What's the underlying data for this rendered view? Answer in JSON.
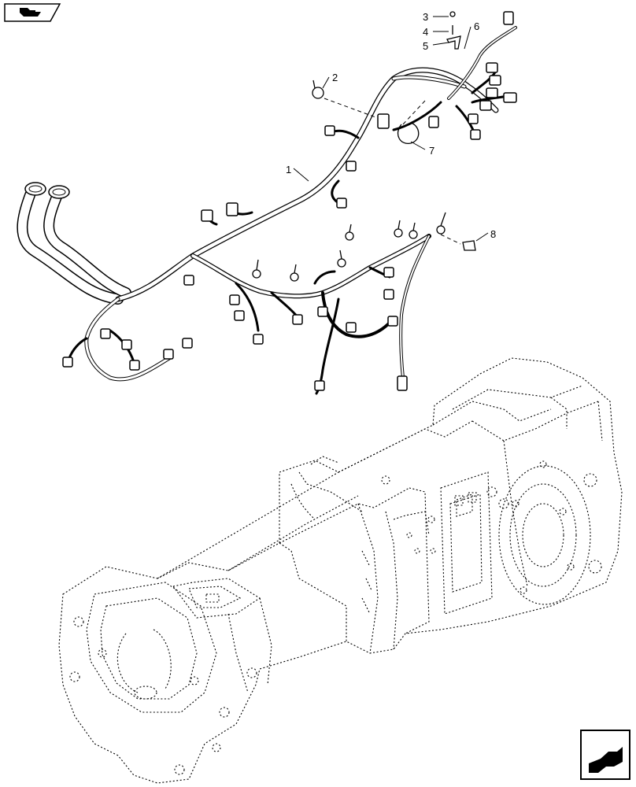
{
  "diagram": {
    "callouts": [
      "1",
      "2",
      "3",
      "4",
      "5",
      "6",
      "7",
      "8"
    ]
  },
  "navigation": {
    "top_icon": "book-arrow-icon",
    "bottom_icon": "next-page-arrow-icon"
  },
  "colors": {
    "line": "#000000",
    "background": "#ffffff"
  }
}
